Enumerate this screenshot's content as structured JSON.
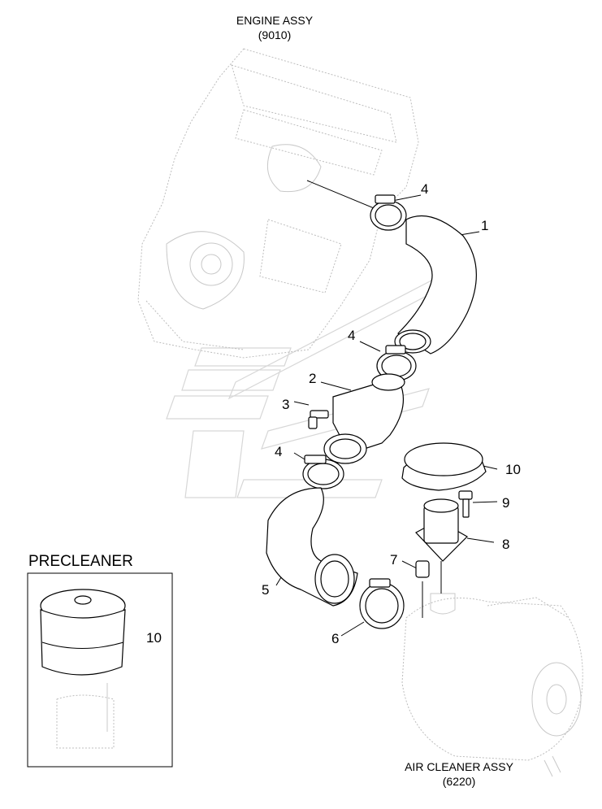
{
  "assemblies": {
    "engine": {
      "name": "ENGINE ASSY",
      "code": "(9010)"
    },
    "air_cleaner": {
      "name": "AIR CLEANER ASSY",
      "code": "(6220)"
    }
  },
  "precleaner": {
    "title": "PRECLEANER",
    "item": "10"
  },
  "callouts": [
    "1",
    "2",
    "3",
    "4",
    "4",
    "4",
    "5",
    "6",
    "7",
    "8",
    "9",
    "10"
  ]
}
